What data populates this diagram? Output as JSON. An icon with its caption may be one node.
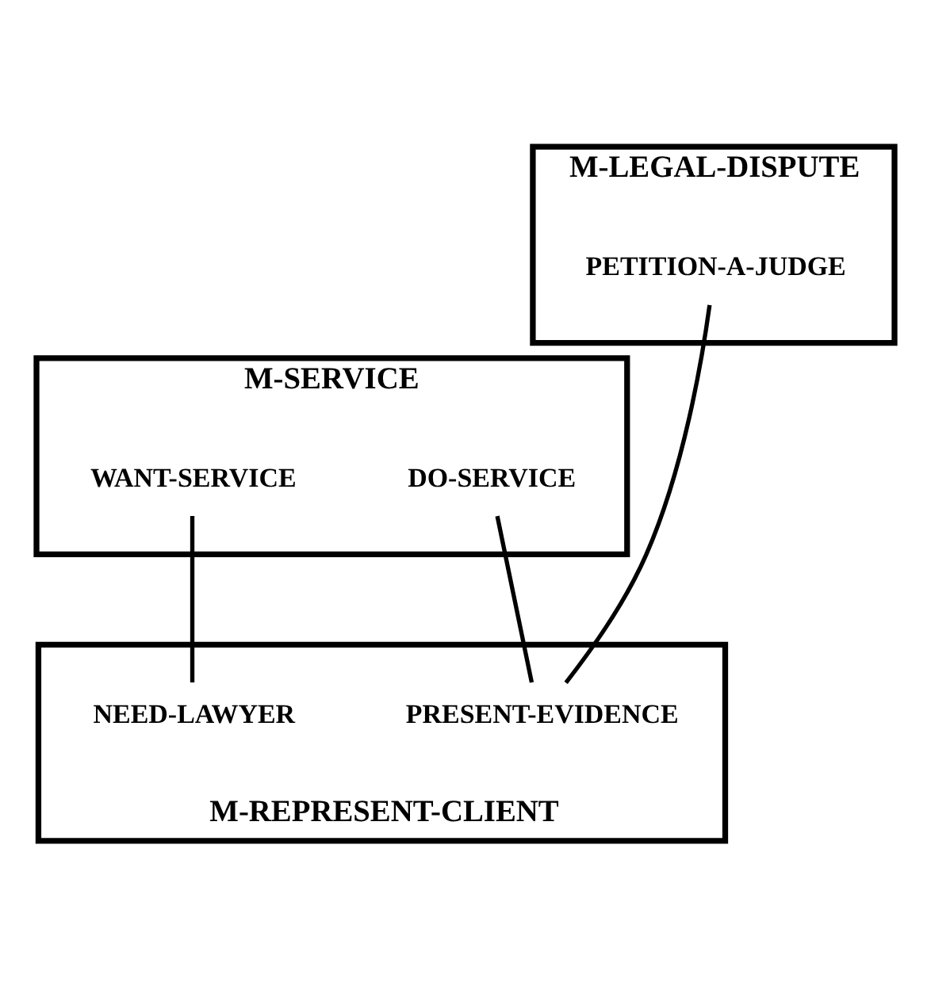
{
  "diagram": {
    "nodes": [
      {
        "text": [
          "M-SERVICE"
        ]
      },
      {
        "text": [
          "WANT-SERVICE"
        ],
        "in": 0
      },
      {
        "text": [
          "DO-SERVICE"
        ],
        "in": 0
      },
      {
        "text": [
          "M-LEGAL-DISPUTE"
        ]
      },
      {
        "text": [
          "PETITION-A-JUDGE"
        ],
        "in": 3
      },
      {
        "text": [
          "M-REPRESENT-CLIENT"
        ]
      },
      {
        "text": [
          "NEED-LAWYER"
        ],
        "in": 5
      },
      {
        "text": [
          "PRESENT-EVIDENCE"
        ],
        "in": 5
      }
    ],
    "edges": [
      {
        "from": 1,
        "to": 6,
        "arrow": "none"
      },
      {
        "from": 2,
        "to": 7,
        "arrow": "none"
      },
      {
        "from": 4,
        "to": 7,
        "arrow": "none"
      }
    ]
  }
}
